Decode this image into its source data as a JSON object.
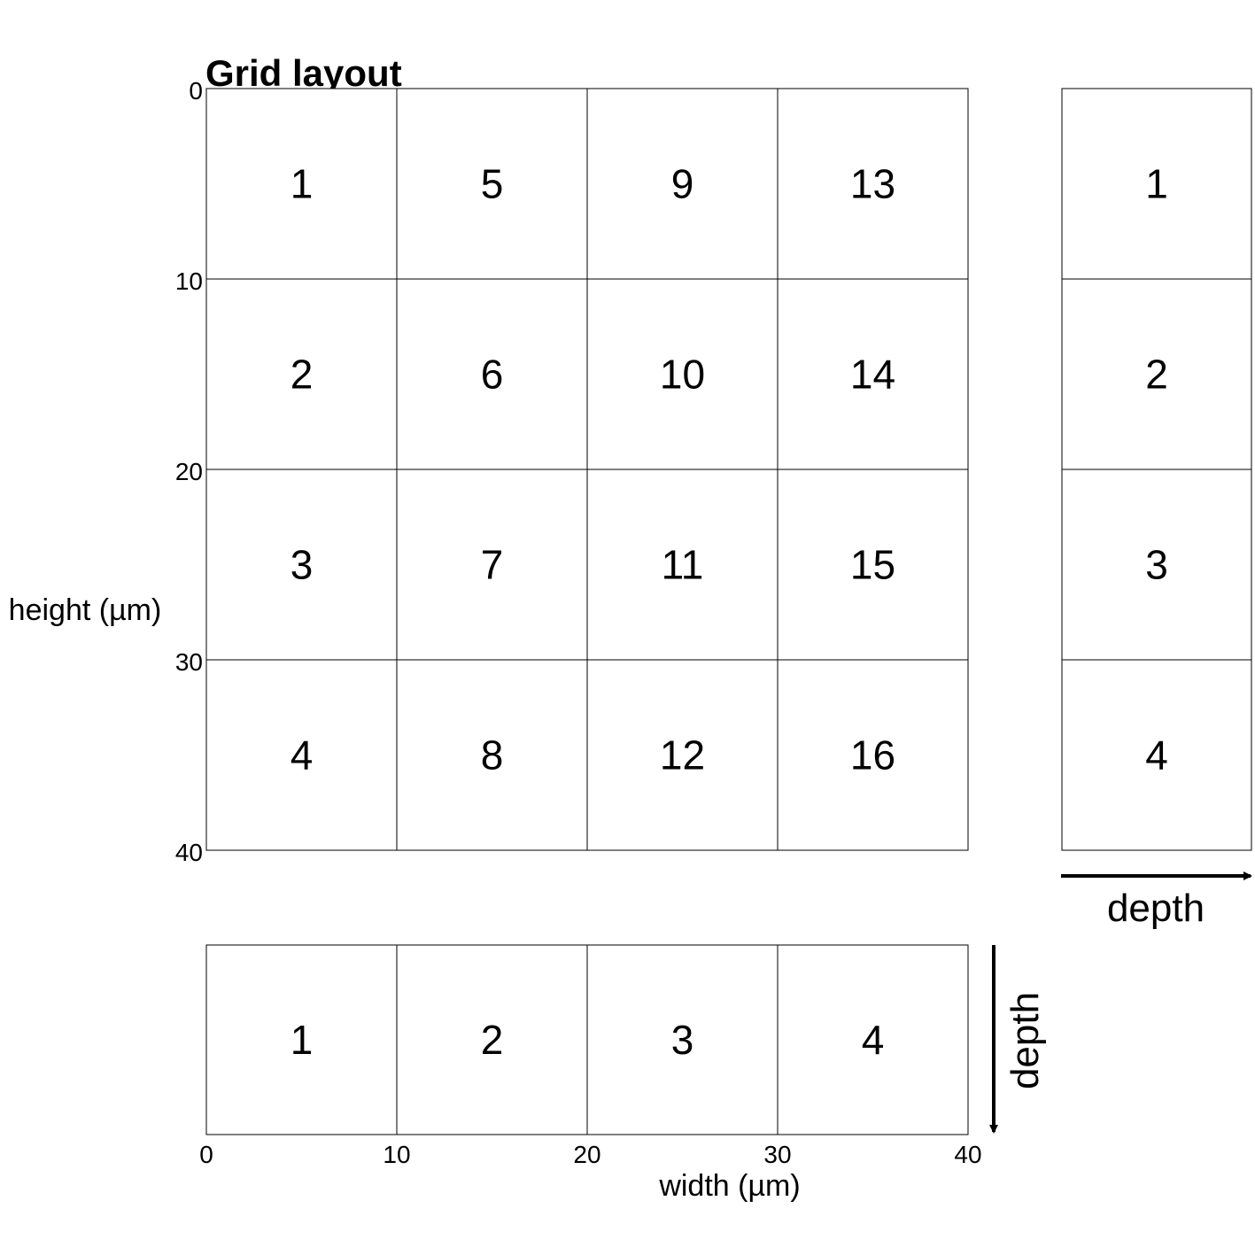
{
  "title": "Grid layout",
  "main_grid": {
    "rows": 4,
    "cols": 4,
    "cell_labels": [
      [
        "1",
        "5",
        "9",
        "13"
      ],
      [
        "2",
        "6",
        "10",
        "14"
      ],
      [
        "3",
        "7",
        "11",
        "15"
      ],
      [
        "4",
        "8",
        "12",
        "16"
      ]
    ]
  },
  "y_axis": {
    "label": "height (µm)",
    "ticks": [
      "0",
      "10",
      "20",
      "30",
      "40"
    ],
    "range": [
      0,
      40
    ]
  },
  "x_axis": {
    "label": "width (µm)",
    "ticks": [
      "0",
      "10",
      "20",
      "30",
      "40"
    ],
    "range": [
      0,
      40
    ]
  },
  "right_strip": {
    "cell_labels": [
      "1",
      "2",
      "3",
      "4"
    ],
    "arrow_label": "depth",
    "arrow_direction": "right"
  },
  "bottom_strip": {
    "cell_labels": [
      "1",
      "2",
      "3",
      "4"
    ],
    "arrow_label": "depth",
    "arrow_direction": "down"
  },
  "colors": {
    "line": "#000000",
    "background": "#ffffff"
  }
}
